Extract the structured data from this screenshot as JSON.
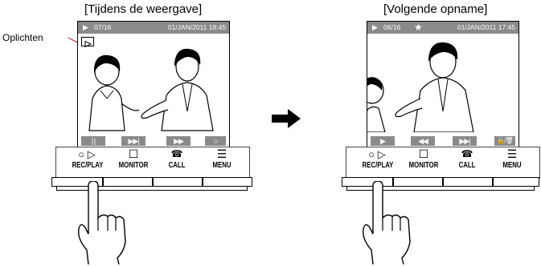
{
  "left_panel": {
    "heading": "[Tijdens de weergave]",
    "callout_label": "Oplichten",
    "status": {
      "counter": "07/16",
      "datetime": "01/JAN/2011 18:45"
    },
    "softkeys": [
      "| |",
      "▶▶|",
      "▶▶",
      "○"
    ],
    "buttons": [
      "REC/PLAY",
      "MONITOR",
      "CALL",
      "MENU"
    ]
  },
  "right_panel": {
    "heading": "[Volgende opname]",
    "status": {
      "counter": "06/16",
      "datetime": "01/JAN/2011 17:45"
    },
    "softkeys": [
      "▶",
      "◀◀",
      "▶▶|",
      "",
      "🔒/🗑"
    ],
    "buttons": [
      "REC/PLAY",
      "MONITOR",
      "CALL",
      "MENU"
    ]
  },
  "icons": {
    "play": "play-icon",
    "star": "star-icon",
    "arrow": "arrow-right-icon",
    "hand": "hand-pointer-icon"
  }
}
